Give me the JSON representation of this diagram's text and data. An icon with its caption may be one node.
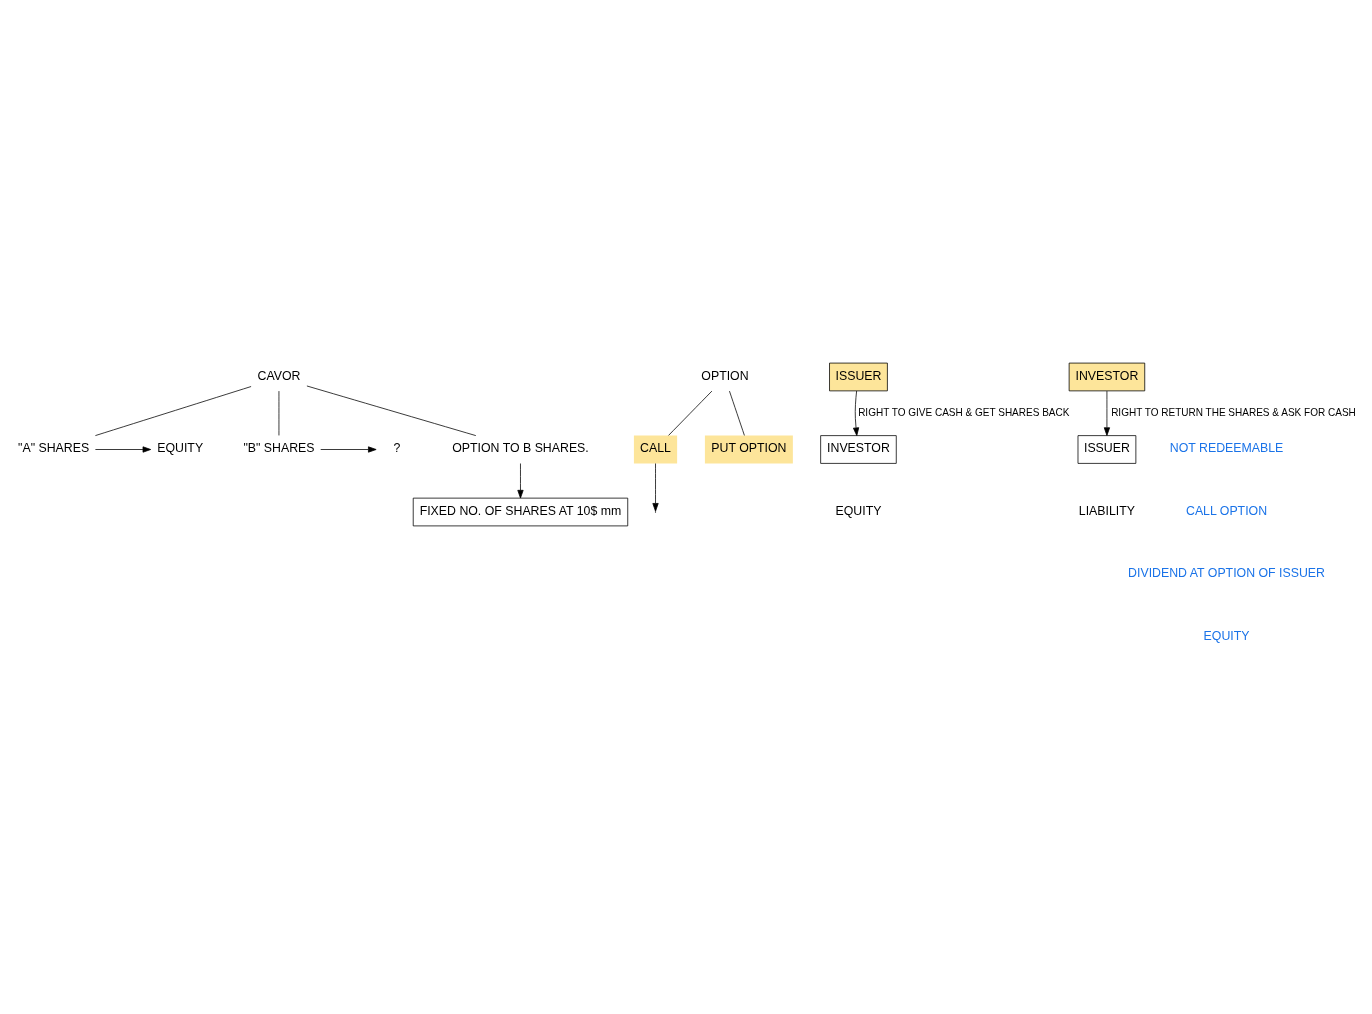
{
  "diagram": {
    "nodes": [
      {
        "text": [
          "CAVOR"
        ]
      },
      {
        "text": [
          "\"A\" SHARES"
        ]
      },
      {
        "text": [
          "EQUITY"
        ]
      },
      {
        "text": [
          "\"B\" SHARES"
        ]
      },
      {
        "text": [
          "?"
        ]
      },
      {
        "text": [
          "OPTION TO B SHARES."
        ]
      },
      {
        "text": [
          "FIXED NO. OF SHARES AT 10$ mm"
        ]
      },
      {
        "text": [
          "OPTION"
        ]
      },
      {
        "text": [
          "CALL"
        ]
      },
      {
        "text": [
          "PUT OPTION"
        ]
      },
      {
        "text": [
          "ISSUER"
        ]
      },
      {
        "text": [
          "INVESTOR"
        ]
      },
      {
        "text": [
          "INVESTOR"
        ]
      },
      {
        "text": [
          "ISSUER"
        ]
      }
    ],
    "edges": [
      {
        "from": 0,
        "to": 1,
        "arrow": "none"
      },
      {
        "from": 0,
        "to": 3,
        "arrow": "none"
      },
      {
        "from": 0,
        "to": 5,
        "arrow": "none"
      },
      {
        "from": 1,
        "to": 2,
        "arrow": "to"
      },
      {
        "from": 3,
        "to": 4,
        "arrow": "to"
      },
      {
        "from": 5,
        "to": 6,
        "arrow": "to"
      },
      {
        "from": 7,
        "to": 8,
        "arrow": "none"
      },
      {
        "from": 7,
        "to": 9,
        "arrow": "none"
      },
      {
        "from": 8,
        "to": null,
        "arrow": "to"
      },
      {
        "from": 10,
        "to": 11,
        "arrow": "to",
        "label": "RIGHT TO GIVE CASH & GET SHARES BACK"
      },
      {
        "from": 12,
        "to": 13,
        "arrow": "to",
        "label": "RIGHT TO RETURN THE SHARES & ASK FOR CASH"
      }
    ],
    "labels": [
      "NOT REDEEMABLE",
      "CALL OPTION",
      "DIVIDEND AT OPTION OF ISSUER",
      "EQUITY",
      "EQUITY",
      "LIABILITY"
    ]
  }
}
